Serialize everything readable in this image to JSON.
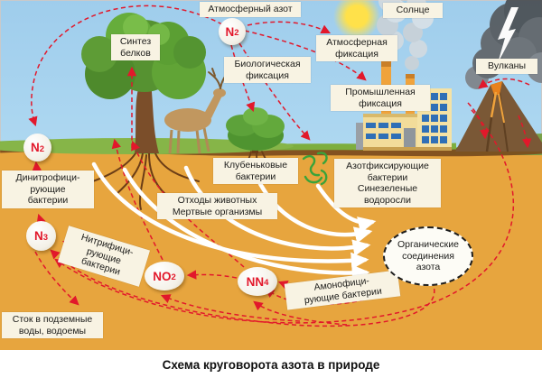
{
  "title": "Схема круговорота азота в природе",
  "colors": {
    "arrow_red": "#e2182b",
    "ground_orange": "#e7a53e",
    "soil_brown": "#7c4b1d",
    "sky_blue": "#a8d3ee",
    "label_cream": "#f8f3e3",
    "node_text_red": "#e2182b"
  },
  "nodes": {
    "n2_top": {
      "base": "N",
      "sub": "2"
    },
    "n2_soil": {
      "base": "N",
      "sub": "2"
    },
    "n3": {
      "base": "N",
      "sub": "3"
    },
    "no2": {
      "base": "NO",
      "sub": "2"
    },
    "nn4": {
      "base": "NN",
      "sub": "4"
    }
  },
  "labels": {
    "atmospheric_nitrogen": {
      "lines": [
        "Атмосферный азот"
      ]
    },
    "sun": {
      "lines": [
        "Солнце"
      ]
    },
    "protein_synthesis": {
      "lines": [
        "Синтез",
        "белков"
      ]
    },
    "biological_fixation": {
      "lines": [
        "Биологическая",
        "фиксация"
      ]
    },
    "atmospheric_fixation": {
      "lines": [
        "Атмосферная",
        "фиксация"
      ]
    },
    "industrial_fixation": {
      "lines": [
        "Промышленная",
        "фиксация"
      ]
    },
    "volcanoes": {
      "lines": [
        "Вулканы"
      ]
    },
    "dinitrifying_bacteria": {
      "lines": [
        "Динитрофици-",
        "рующие",
        "бактерии"
      ]
    },
    "nodule_bacteria": {
      "lines": [
        "Клубеньковые",
        "бактерии"
      ]
    },
    "nitrogen_fixing": {
      "lines": [
        "Азотфиксирующие",
        "бактерии",
        "Синезеленые",
        "водоросли"
      ]
    },
    "animal_waste": {
      "lines": [
        "Отходы животных",
        "Мертвые организмы"
      ]
    },
    "nitrifying_bacteria": {
      "lines": [
        "Нитрифици-",
        "рующие",
        "бактерии"
      ]
    },
    "ammonifying_bacteria": {
      "lines": [
        "Амонофици-",
        "рующие бактерии"
      ]
    },
    "runoff": {
      "lines": [
        "Сток в подземные",
        "воды, водоемы"
      ]
    },
    "organic_compounds": {
      "lines": [
        "Органические",
        "соединения",
        "азота"
      ]
    }
  },
  "icons": {
    "sun": "sun-icon",
    "lightning": "lightning-icon",
    "tree": "tree-icon",
    "deer": "deer-icon",
    "shrub": "shrub-icon",
    "factory": "factory-icon",
    "volcano": "volcano-icon",
    "bacteria": "bacteria-icon"
  }
}
